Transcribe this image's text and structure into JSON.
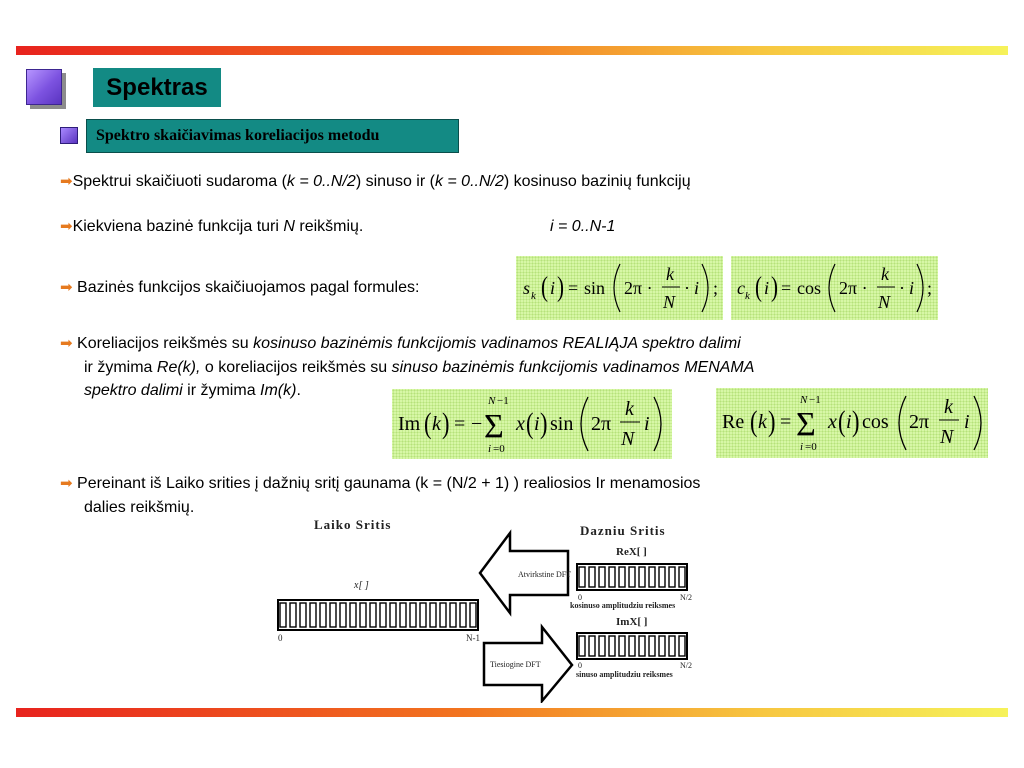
{
  "slide": {
    "title": "Spektras",
    "subtitle": "Spektro skaičiavimas koreliacijos metodu"
  },
  "bullets": {
    "b1": {
      "arrow": "➡",
      "t1": "Spektrui skaičiuoti sudaroma (",
      "k1": "k = 0..N/2",
      "t2": ") sinuso ir (",
      "k2": "k = 0..N/2",
      "t3": ") kosinuso bazinių funkcijų"
    },
    "b2": {
      "arrow": "➡",
      "t1": "Kiekviena bazinė funkcija turi ",
      "n": "N",
      "t2": " reikšmių.",
      "range": "i = 0..N-1"
    },
    "b3": {
      "arrow": "➡",
      "text": "Bazinės funkcijos skaičiuojamos pagal formules:"
    },
    "b4": {
      "arrow": "➡",
      "l1a": "Koreliacijos reikšmės su ",
      "l1b": "kosinuso bazinėmis funkcijomis vadinamos REALIĄJA spektro dalimi",
      "l2a": "ir žymima ",
      "l2b": "Re(k),",
      "l2c": " o koreliacijos reikšmės su ",
      "l2d": "sinuso bazinėmis funkcijomis vadinamos MENAMA",
      "l3a": "spektro dalimi",
      "l3b": " ir žymima ",
      "l3c": "Im(k)",
      "l3d": "."
    },
    "b5": {
      "arrow": "➡",
      "l1": "Pereinant iš Laiko srities į dažnių sritį gaunama (k = (N/2 + 1) ) realiosios Ir menamosios",
      "l2": "dalies reikšmių."
    }
  },
  "formulas": {
    "sin_basis": "s_k(i) = sin(2π · k/N · i);",
    "cos_basis": "c_k(i) = cos(2π · k/N · i);",
    "im": "Im(k) = −Σ_{i=0}^{N−1} x(i) sin(2π k/N i)",
    "re": "Re(k) = Σ_{i=0}^{N−1} x(i) cos(2π k/N i)"
  },
  "diagram": {
    "time_title": "Laiko Sritis",
    "freq_title": "Dazniu Sritis",
    "x_label": "x[ ]",
    "x_start": "0",
    "x_end": "N-1",
    "re_label": "ReX[ ]",
    "re_start": "0",
    "re_end": "N/2",
    "re_caption": "kosinuso amplitudziu reiksmes",
    "im_label": "ImX[ ]",
    "im_start": "0",
    "im_end": "N/2",
    "im_caption": "sinuso amplitudziu reiksmes",
    "inverse_label": "Atvirkstine DFT",
    "forward_label": "Tiesiogine DFT"
  },
  "colors": {
    "teal": "#138a84",
    "arrow_orange": "#e67a1f",
    "formula_bg": "#d7f7a6"
  }
}
